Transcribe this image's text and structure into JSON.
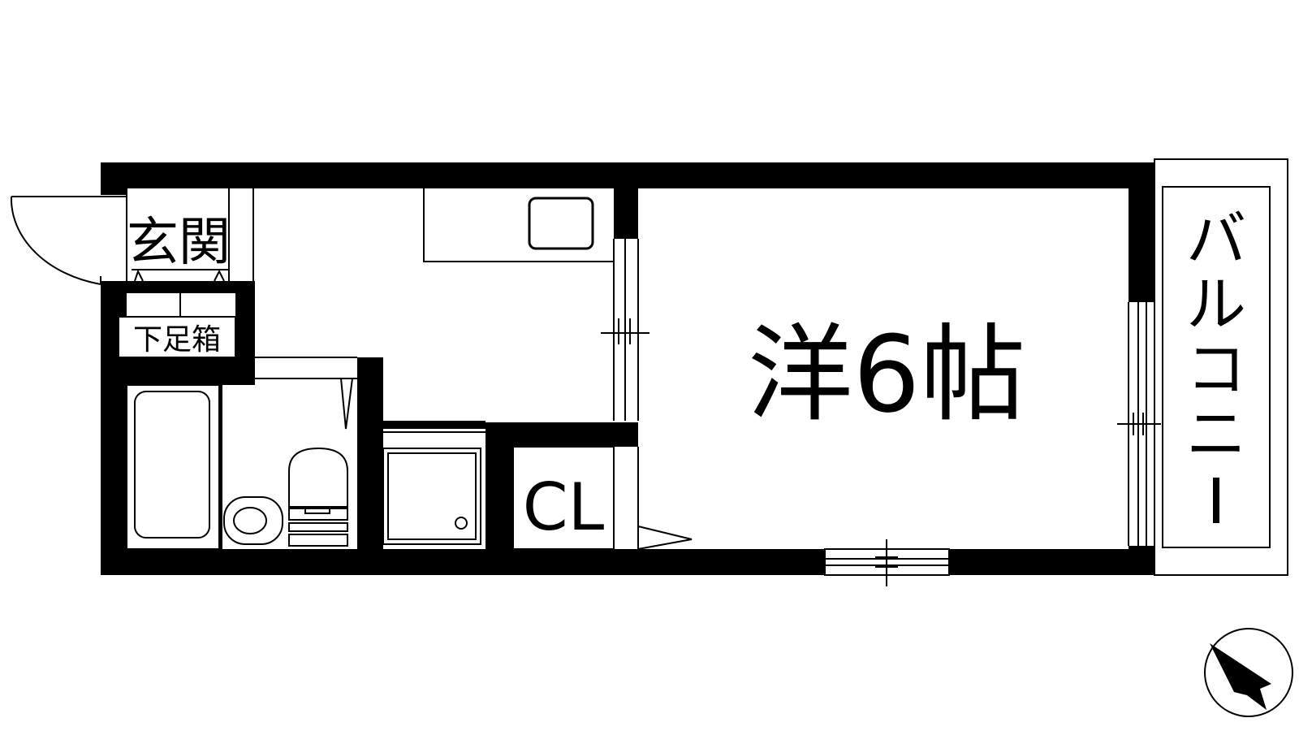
{
  "rooms": {
    "entrance": "玄関",
    "shoe_cabinet": "下足箱",
    "western_room": "洋6帖",
    "closet": "CL",
    "balcony": "バルコニー"
  },
  "balcony_chars": [
    "バ",
    "ル",
    "コ",
    "ニ",
    "ー"
  ],
  "icons": {
    "compass": "north-arrow-icon"
  }
}
